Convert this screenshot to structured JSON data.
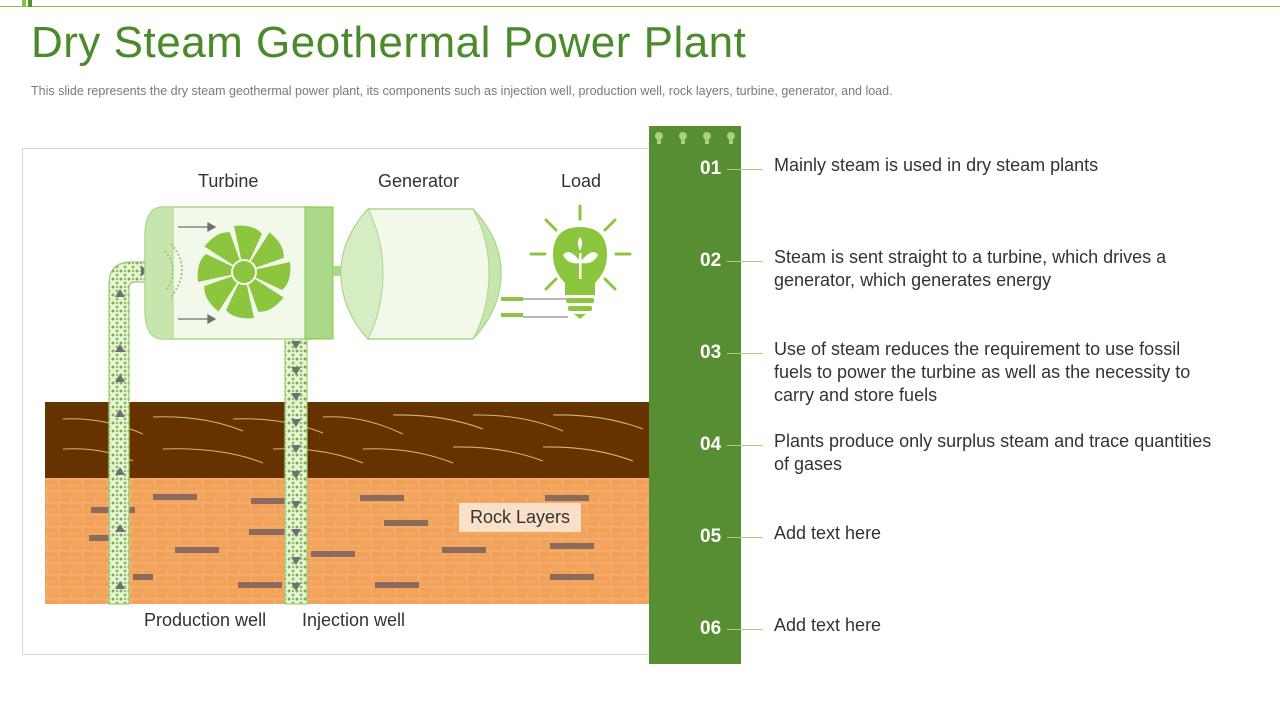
{
  "slide": {
    "title": "Dry Steam Geothermal Power Plant",
    "subtitle": "This slide represents the dry steam geothermal power plant, its components such as injection well, production well, rock layers, turbine, generator, and load."
  },
  "diagram": {
    "labels": {
      "turbine": "Turbine",
      "generator": "Generator",
      "load": "Load",
      "rock_layers": "Rock Layers",
      "production_well": "Production well",
      "injection_well": "Injection well"
    },
    "colors": {
      "soil": "#663300",
      "rock": "#f3a25a",
      "green_light": "#a9d88a",
      "green_mid": "#8cc63f",
      "brick": "#8b6b5b"
    }
  },
  "steps": [
    {
      "num": "01",
      "text": "Mainly steam is used in dry steam plants"
    },
    {
      "num": "02",
      "text": "Steam is sent straight to a turbine, which drives a generator, which generates energy"
    },
    {
      "num": "03",
      "text": "Use of steam reduces the requirement to use fossil fuels to power the turbine as well as the necessity to carry and store fuels"
    },
    {
      "num": "04",
      "text": "Plants produce only surplus steam and trace quantities of gases"
    },
    {
      "num": "05",
      "text": "Add text here"
    },
    {
      "num": "06",
      "text": "Add text here"
    }
  ],
  "colors": {
    "accent": "#4a8a2a",
    "bar": "#578e31"
  }
}
